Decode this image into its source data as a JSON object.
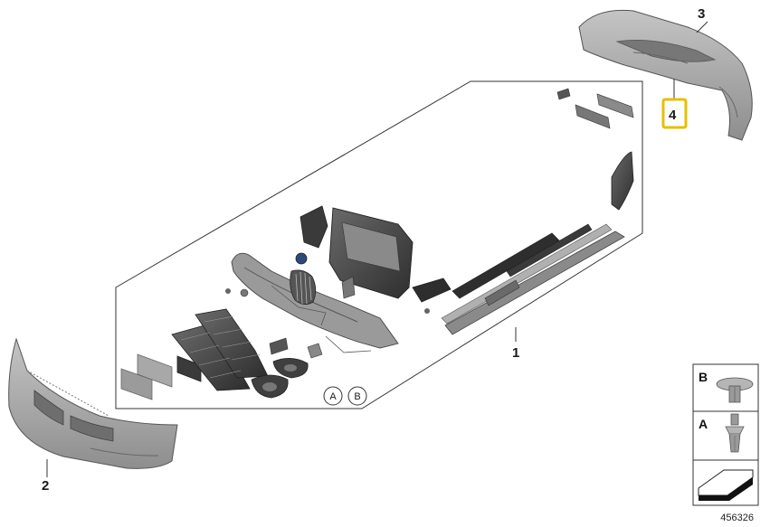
{
  "diagram": {
    "callouts": {
      "part1": "1",
      "part2": "2",
      "part3": "3",
      "part4": "4"
    },
    "circled_refs": {
      "ref_a": "A",
      "ref_b": "B"
    },
    "legend": {
      "row_b": "B",
      "row_a": "A"
    },
    "document_number": "456326",
    "colors": {
      "highlight": "#e5c000",
      "part_fill": "#a8a8a8",
      "dark_part": "#4a4a4a",
      "outline": "#333333"
    }
  }
}
